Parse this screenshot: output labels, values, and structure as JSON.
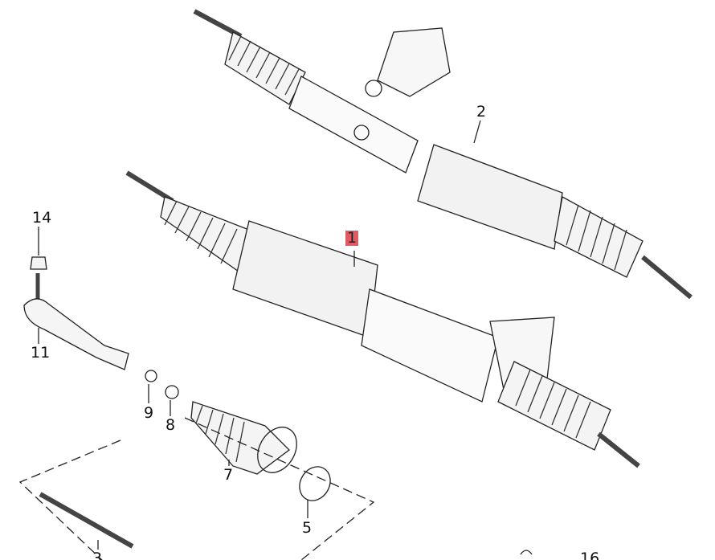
{
  "diagram": {
    "highlight_color": "#e05a63",
    "callouts": [
      {
        "id": "1",
        "label": "1",
        "highlighted": true
      },
      {
        "id": "2",
        "label": "2"
      },
      {
        "id": "3",
        "label": "3"
      },
      {
        "id": "5",
        "label": "5"
      },
      {
        "id": "7",
        "label": "7"
      },
      {
        "id": "8",
        "label": "8"
      },
      {
        "id": "9",
        "label": "9"
      },
      {
        "id": "11",
        "label": "11"
      },
      {
        "id": "14",
        "label": "14"
      },
      {
        "id": "16",
        "label": "16"
      }
    ]
  }
}
